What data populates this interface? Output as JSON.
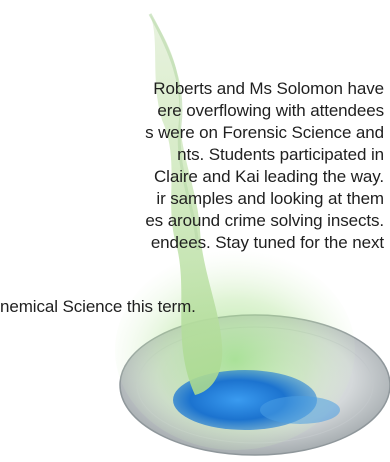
{
  "article": {
    "paragraph_lines": [
      "Roberts and Ms Solomon have",
      "ere overflowing with attendees",
      "s were on Forensic Science and",
      "nts.  Students  participated  in",
      "Claire and Kai leading the way.",
      "ir samples and looking at them",
      "es around crime solving insects.",
      "endees. Stay tuned for the next"
    ],
    "closing_line": "nemical Science this term."
  },
  "colors": {
    "text": "#1f1f1f",
    "flame": "#c9e6b4",
    "crystals": "#1c73cf",
    "dish": "#d9dcde"
  }
}
